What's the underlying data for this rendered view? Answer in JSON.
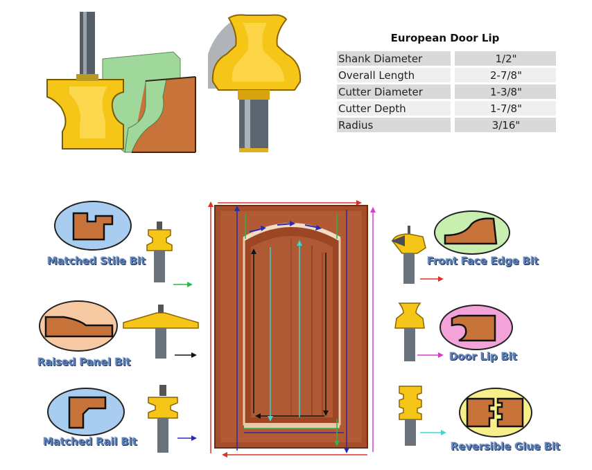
{
  "spec": {
    "title": "European Door Lip",
    "rows": [
      {
        "label": "Shank Diameter",
        "value": "1/2\""
      },
      {
        "label": "Overall Length",
        "value": "2-7/8\""
      },
      {
        "label": "Cutter Diameter",
        "value": "1-3/8\""
      },
      {
        "label": "Cutter Depth",
        "value": "1-7/8\""
      },
      {
        "label": "Radius",
        "value": "3/16\""
      }
    ]
  },
  "bits": {
    "matched_stile": "Matched Stile Bit",
    "raised_panel": "Raised Panel Bit",
    "matched_rail": "Matched Rail Bit",
    "front_face_edge": "Front Face Edge Bit",
    "door_lip": "Door Lip Bit",
    "reversible_glue": "Reversible Glue Bit"
  },
  "colors": {
    "carbide_yellow": "#f5c518",
    "wood": "#c8733a",
    "label_blue": "#5a7fb5",
    "bubble_blue": "#a9cdf0",
    "bubble_peach": "#f7c9a3",
    "bubble_pink": "#f3a3d8",
    "bubble_yellow": "#f7f08a",
    "bubble_green": "#c9efb0"
  },
  "icons": [
    "router-bit-icon",
    "wood-profile-icon",
    "arrow-icon"
  ]
}
